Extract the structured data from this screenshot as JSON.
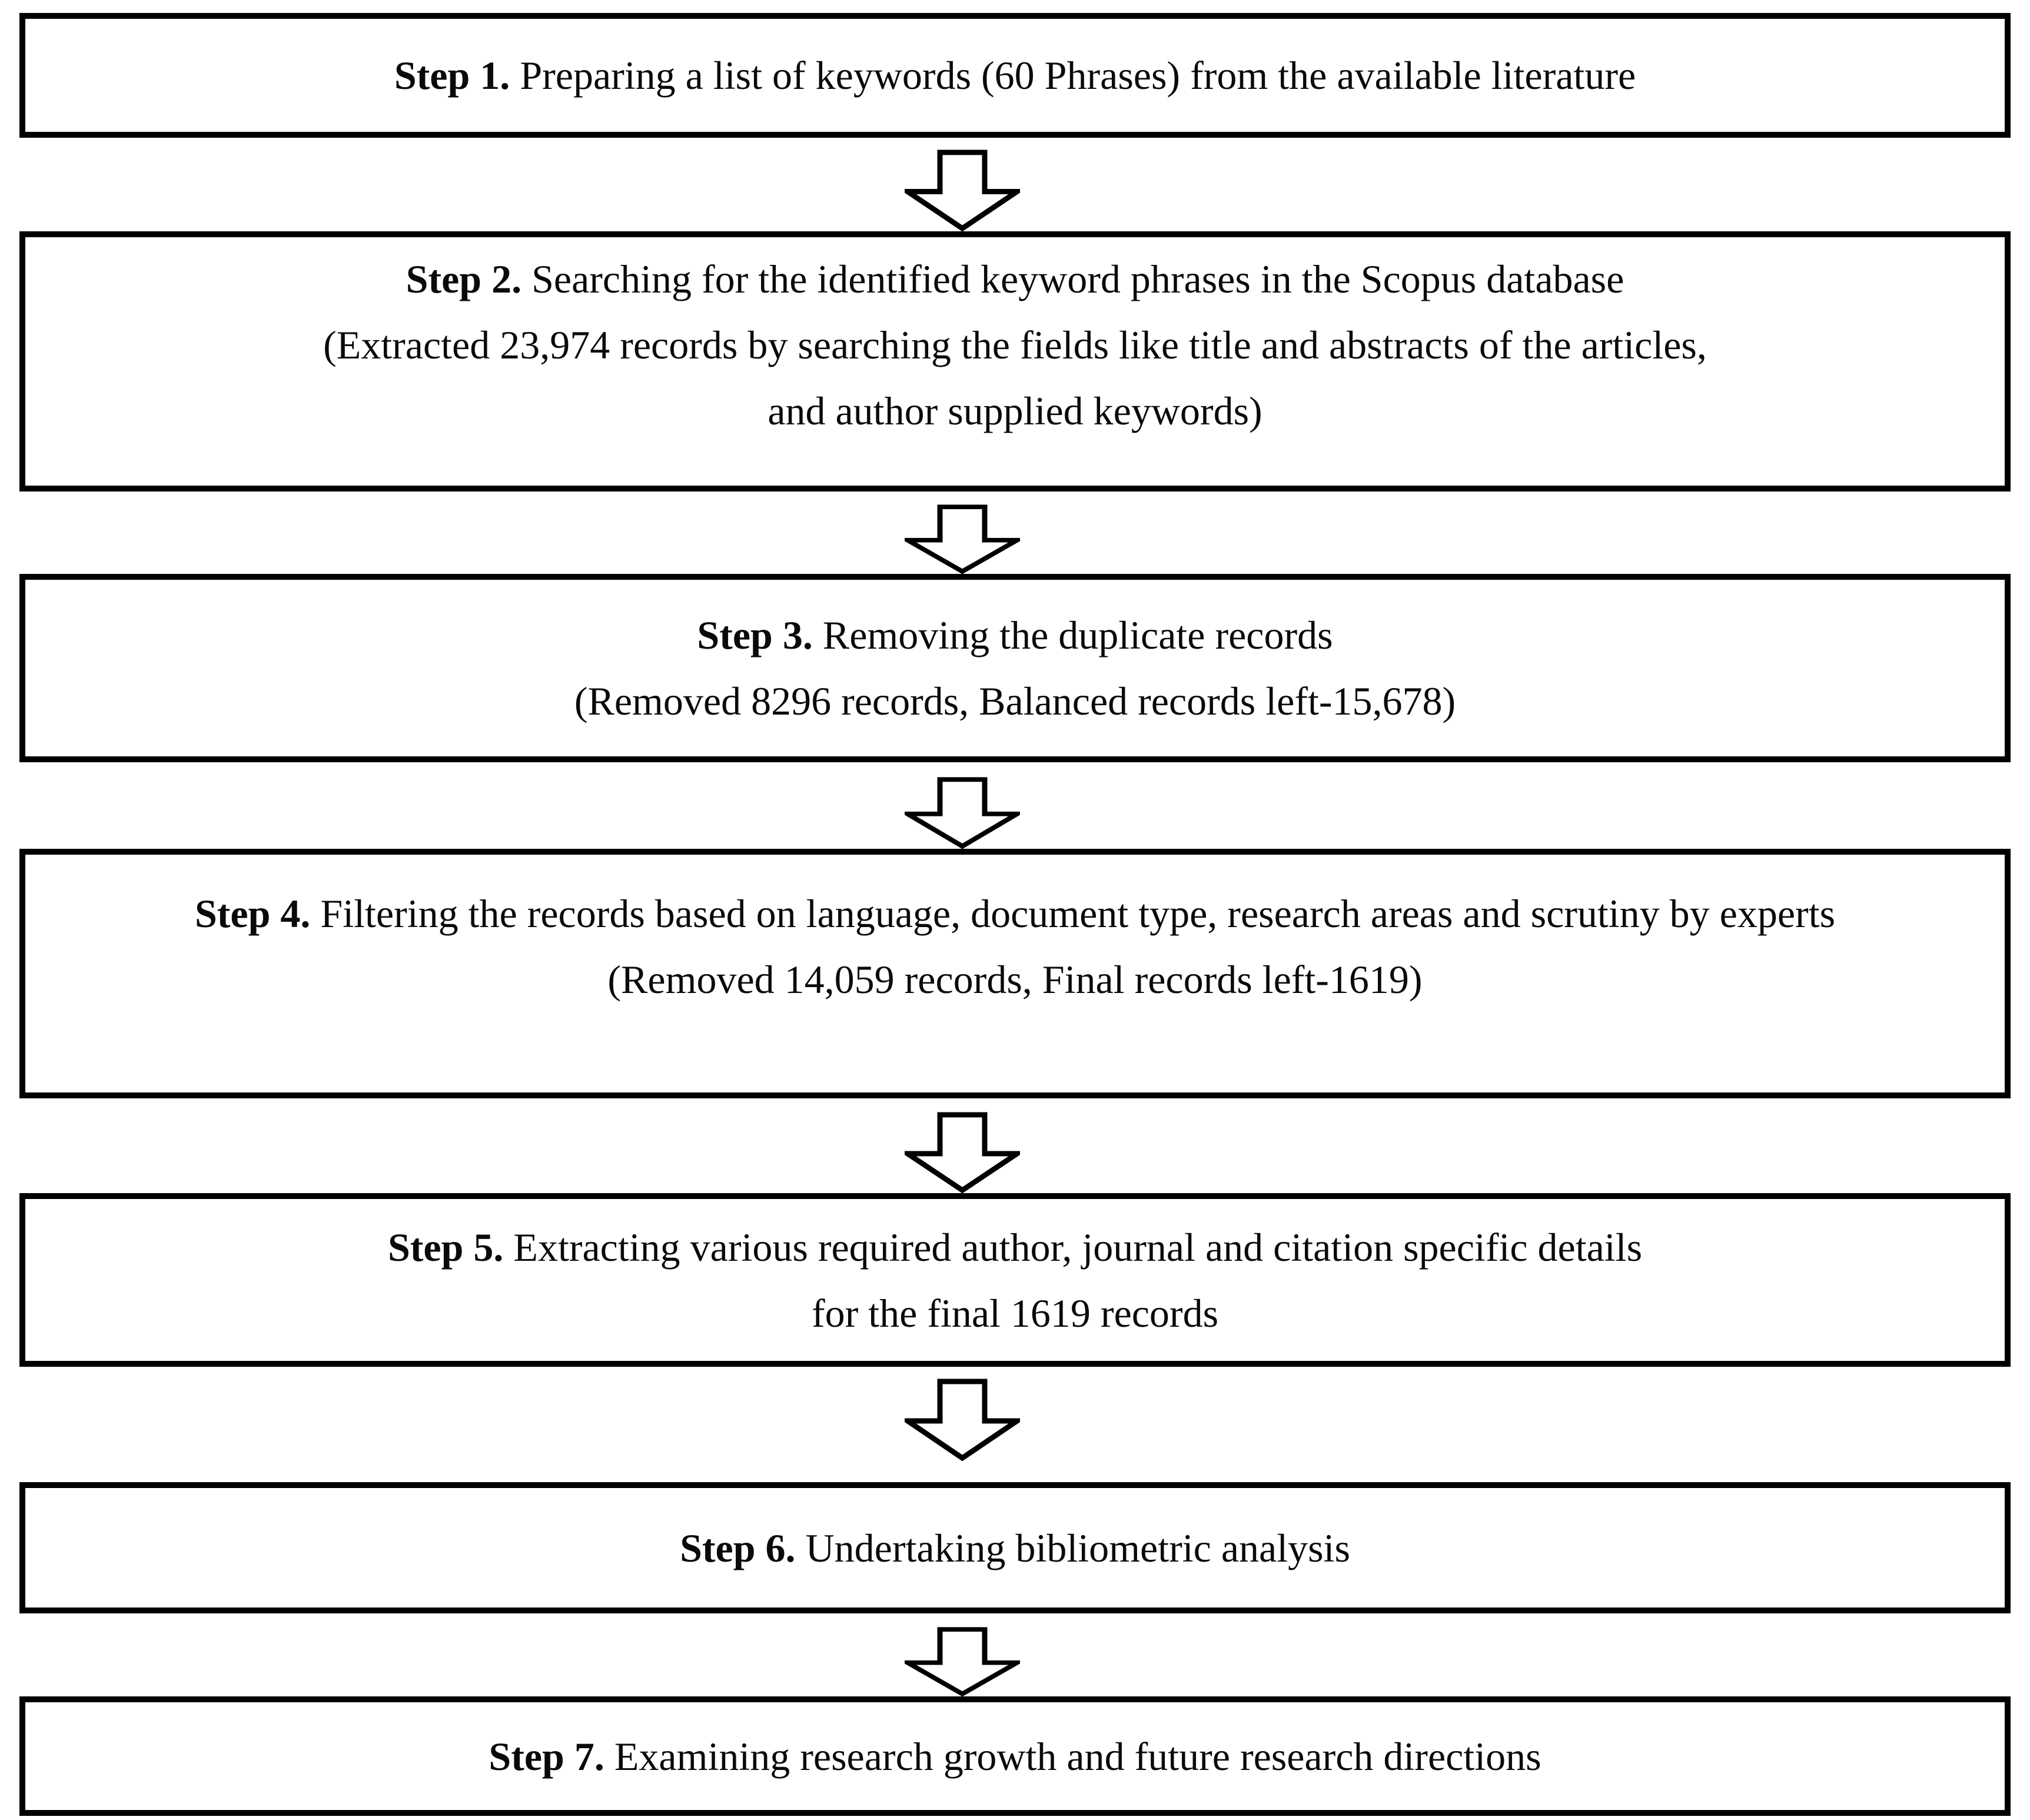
{
  "figure": {
    "type": "flowchart",
    "background_color": "#ffffff",
    "box_border_color": "#000000",
    "text_color": "#0a0a0a",
    "arrow_icon": "block-down-arrow",
    "steps": [
      {
        "id": "step-1",
        "lines": [
          {
            "bold": "Step 1.",
            "text": " Preparing a list of keywords (60 Phrases) from the available literature"
          }
        ]
      },
      {
        "id": "step-2",
        "lines": [
          {
            "bold": "Step 2.",
            "text": " Searching for the identified keyword phrases in the Scopus database"
          },
          {
            "bold": "",
            "text": "(Extracted 23,974 records by searching the fields like title and abstracts of the articles,"
          },
          {
            "bold": "",
            "text": "and author supplied keywords)"
          }
        ]
      },
      {
        "id": "step-3",
        "lines": [
          {
            "bold": "Step 3.",
            "text": " Removing the duplicate records"
          },
          {
            "bold": "",
            "text": "(Removed 8296 records, Balanced records left-15,678)"
          }
        ]
      },
      {
        "id": "step-4",
        "lines": [
          {
            "bold": "Step 4.",
            "text": " Filtering the records based on language, document type, research areas and scrutiny by experts"
          },
          {
            "bold": "",
            "text": "(Removed 14,059 records, Final records left-1619)"
          }
        ]
      },
      {
        "id": "step-5",
        "lines": [
          {
            "bold": "Step 5.",
            "text": " Extracting various required author, journal and citation specific details"
          },
          {
            "bold": "",
            "text": "for the final 1619 records"
          }
        ]
      },
      {
        "id": "step-6",
        "lines": [
          {
            "bold": "Step 6.",
            "text": " Undertaking bibliometric analysis"
          }
        ]
      },
      {
        "id": "step-7",
        "lines": [
          {
            "bold": "Step 7.",
            "text": " Examining research growth and future research directions"
          }
        ]
      }
    ]
  }
}
